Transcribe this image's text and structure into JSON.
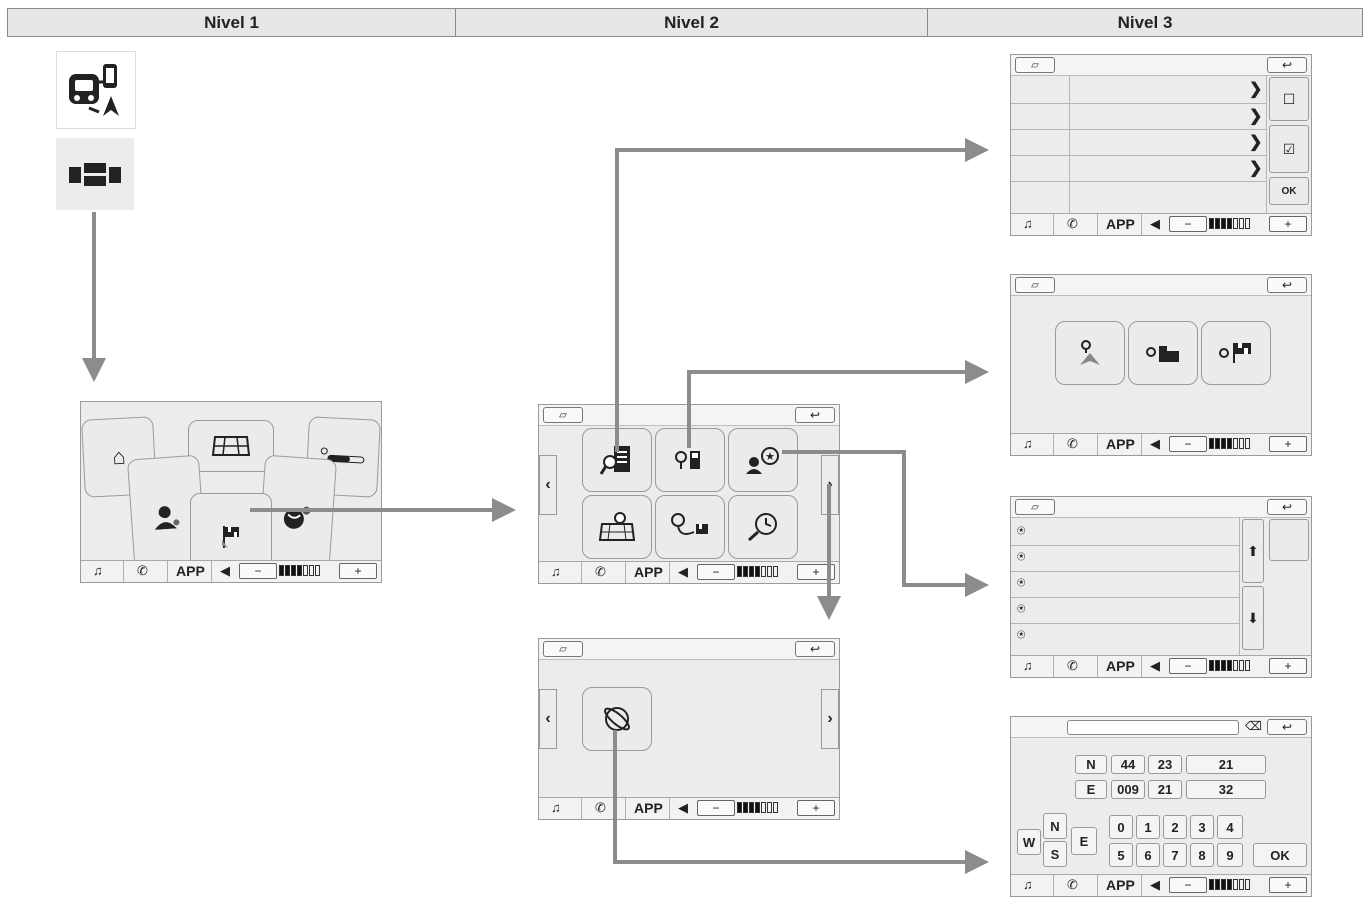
{
  "headers": [
    "Nivel 1",
    "Nivel 2",
    "Nivel 3"
  ],
  "bottom_bar": {
    "app_label": "APP",
    "minus": "−",
    "plus": "+",
    "volume_level": 0.5
  },
  "list_screen": {
    "ok_label": "OK"
  },
  "coords_screen": {
    "lat_label": "N",
    "lat_deg": "44",
    "lat_min": "23",
    "lat_sec": "21",
    "lon_label": "E",
    "lon_deg": "009",
    "lon_min": "21",
    "lon_sec": "32",
    "compass": [
      "W",
      "N",
      "S",
      "E"
    ],
    "digits_row1": [
      "0",
      "1",
      "2",
      "3",
      "4"
    ],
    "digits_row2": [
      "5",
      "6",
      "7",
      "8",
      "9"
    ],
    "ok_label": "OK"
  },
  "icons": {
    "level1_top": "car-phone-navigation-icon",
    "level1_bottom": "menu-grid-icon",
    "menu_tiles": [
      "home-icon",
      "map-icon",
      "route-settings-icon",
      "user-settings-icon",
      "destination-icon",
      "globe-settings-icon"
    ],
    "nav_tiles": [
      "search-poi-icon",
      "fuel-station-icon",
      "favorite-location-icon",
      "map-pin-icon",
      "route-flag-icon",
      "recent-search-icon"
    ],
    "level3_b_tiles": [
      "navigate-icon",
      "city-location-icon",
      "destination-flag-icon"
    ],
    "globe_tile": "gps-globe-icon"
  },
  "colors": {
    "arrow": "#8c8c8c",
    "screen_bg": "#ececec",
    "header_bg": "#e6e6e6"
  }
}
